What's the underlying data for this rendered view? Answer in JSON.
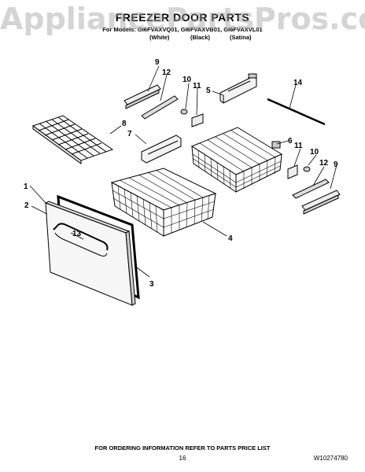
{
  "watermark": "AppliancePartsPros.com",
  "title": "FREEZER DOOR PARTS",
  "models": "For Models: GI6FVAXVQ01, GI6FVAXVB01, GI6FVAXVL01",
  "finishes": [
    "(White)",
    "(Black)",
    "(Satina)"
  ],
  "callouts": {
    "c1": "1",
    "c2": "2",
    "c3": "3",
    "c4": "4",
    "c5": "5",
    "c6": "6",
    "c7": "7",
    "c8": "8",
    "c9a": "9",
    "c9b": "9",
    "c10a": "10",
    "c10b": "10",
    "c11a": "11",
    "c11b": "11",
    "c12a": "12",
    "c12b": "12",
    "c13": "13",
    "c14": "14"
  },
  "footer_note": "FOR ORDERING INFORMATION REFER TO PARTS PRICE LIST",
  "page_number": "16",
  "doc_number": "W10274780"
}
